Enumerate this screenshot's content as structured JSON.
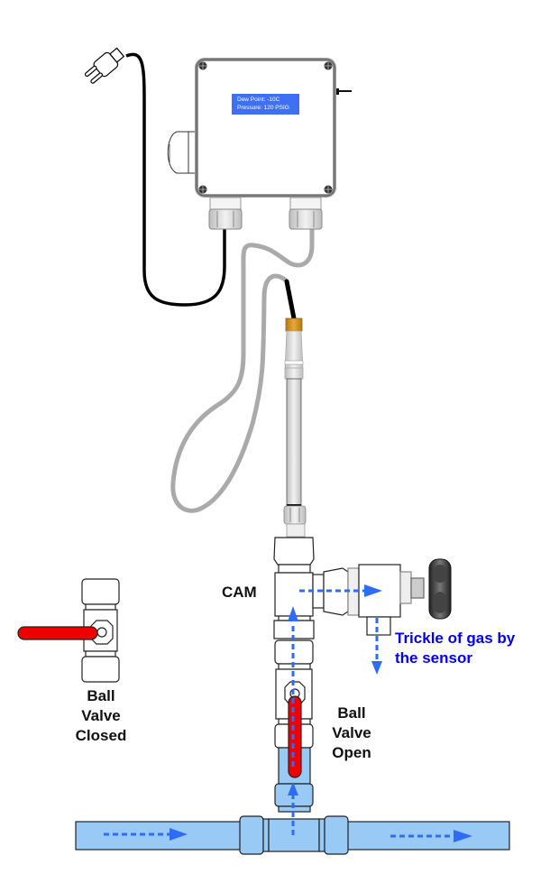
{
  "display": {
    "line1": "Dew Point: -10C",
    "line2": "Pressure: 120 PSIG",
    "background_color": "#3f6ff2"
  },
  "labels": {
    "cam": "CAM",
    "trickle_line1": "Trickle of gas by",
    "trickle_line2": "the sensor",
    "open_line1": "Ball",
    "open_line2": "Valve",
    "open_line3": "Open",
    "closed_line1": "Ball",
    "closed_line2": "Valve",
    "closed_line3": "Closed"
  },
  "colors": {
    "flow_arrow": "#2f6cf5",
    "trickle_text": "#0000ee",
    "pipe_fill": "#99c9f5",
    "valve_handle": "#ee0000",
    "cable_gray": "#aaaaaa",
    "power_cord": "#000000",
    "connector_gold": "#d08f10"
  },
  "icons": [
    "power-plug-icon",
    "enclosure-screw-icon",
    "needle-valve-knob-icon",
    "flow-arrow-icon"
  ]
}
